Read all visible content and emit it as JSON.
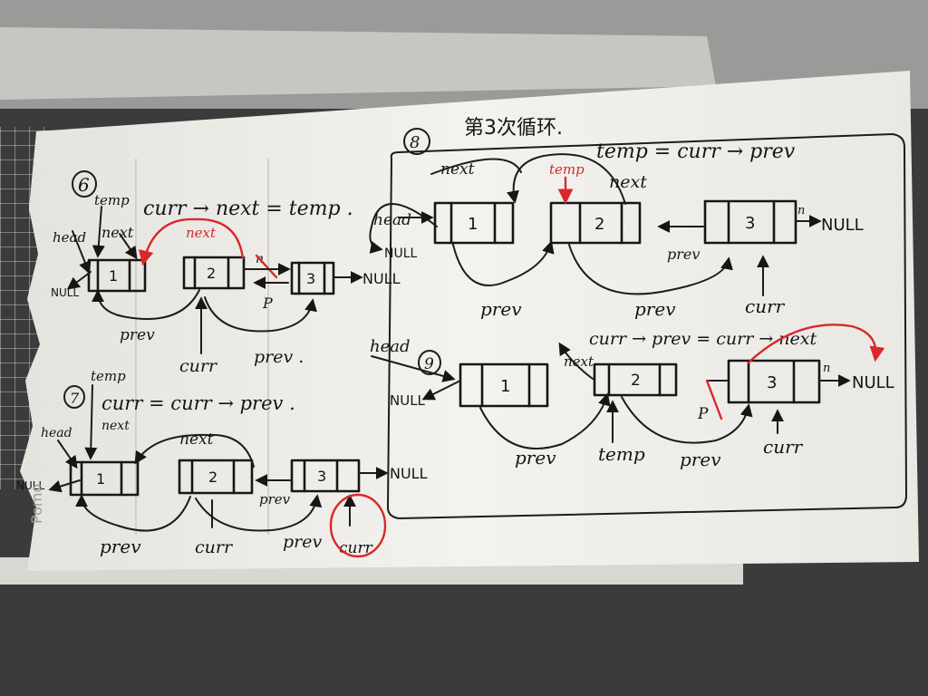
{
  "colors": {
    "paper": "#efeeea",
    "ink": "#161616",
    "red_ink": "#d9282a",
    "background": "#3a3a3a"
  },
  "step6": {
    "number": "6",
    "formula": "curr → next = temp .",
    "label_temp": "temp",
    "label_head": "head",
    "label_next": "next",
    "label_next_red": "next",
    "label_null_left": "NULL",
    "label_null_right": "NULL",
    "label_n": "n",
    "label_p": "P",
    "label_prev_left": "prev",
    "label_curr": "curr",
    "label_prev_right": "prev .",
    "nodes": [
      "1",
      "2",
      "3"
    ]
  },
  "step7": {
    "number": "7",
    "formula": "curr = curr → prev .",
    "label_temp": "temp",
    "label_head": "head",
    "label_next_small": "next",
    "label_next": "next",
    "label_null_left": "NULL",
    "label_null_right": "NULL",
    "label_prev_left": "prev",
    "label_curr": "curr",
    "label_prev_mid": "prev",
    "label_prev_right": "prev",
    "label_curr_red": "curr",
    "nodes": [
      "1",
      "2",
      "3"
    ]
  },
  "step8": {
    "number": "8",
    "heading": "第3次循环.",
    "formula": "temp = curr → prev",
    "label_next_top": "next",
    "label_temp_red": "temp",
    "label_next": "next",
    "label_head": "head",
    "label_null_left": "NULL",
    "label_null_right": "NULL",
    "label_n": "n",
    "label_prev_small": "prev",
    "label_prev_left": "prev",
    "label_prev_mid": "prev",
    "label_curr": "curr",
    "nodes": [
      "1",
      "2",
      "3"
    ]
  },
  "step9": {
    "number": "9",
    "formula": "curr → prev = curr → next",
    "label_head": "head",
    "label_null_left": "NULL",
    "label_null_right": "NULL",
    "label_next": "next",
    "label_n": "n",
    "label_p": "P",
    "label_prev_left": "prev",
    "label_temp": "temp",
    "label_prev_right": "prev",
    "label_curr": "curr",
    "nodes": [
      "1",
      "2",
      "3"
    ]
  },
  "watermark": "Pomo"
}
